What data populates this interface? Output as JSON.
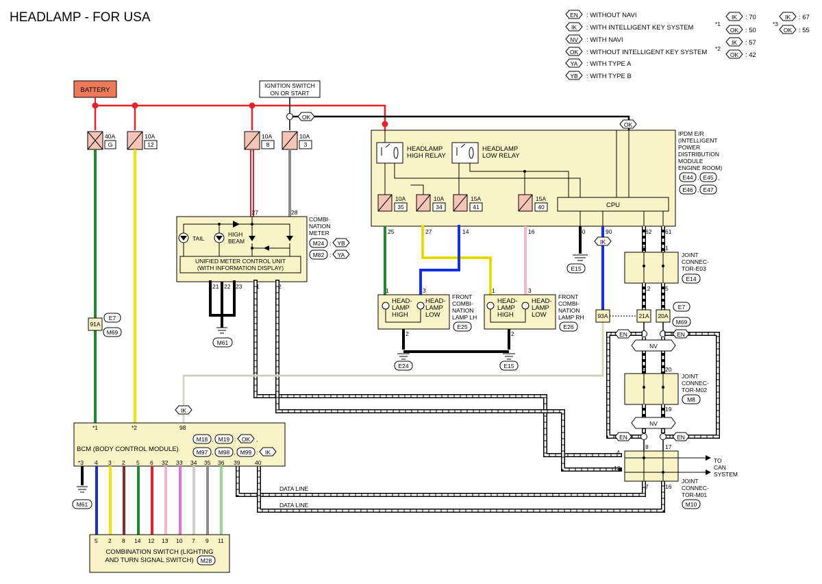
{
  "title": "HEADLAMP - FOR USA",
  "legend": [
    {
      "code": "EN",
      "text": ": WITHOUT NAVI"
    },
    {
      "code": "IK",
      "text": ": WITH INTELLIGENT KEY SYSTEM"
    },
    {
      "code": "NV",
      "text": ": WITH NAVI"
    },
    {
      "code": "OK",
      "text": ": WITHOUT INTELLIGENT KEY SYSTEM"
    },
    {
      "code": "YA",
      "text": ": WITH TYPE A"
    },
    {
      "code": "YB",
      "text": ": WITH TYPE B"
    }
  ],
  "notes": [
    {
      "mark": "*1",
      "a_code": "IK",
      "a_val": ": 70",
      "b_code": "OK",
      "b_val": ": 50"
    },
    {
      "mark": "*2",
      "a_code": "IK",
      "a_val": ": 57",
      "b_code": "OK",
      "b_val": ": 42"
    },
    {
      "mark": "*3",
      "a_code": "IK",
      "a_val": ": 67",
      "b_code": "OK",
      "b_val": ": 55"
    }
  ],
  "battery": "BATTERY",
  "ignition": {
    "line1": "IGNITION SWITCH",
    "line2": "ON OR START"
  },
  "fuses": [
    {
      "amp": "40A",
      "id": "G"
    },
    {
      "amp": "10A",
      "id": "12"
    },
    {
      "amp": "10A",
      "id": "8"
    },
    {
      "amp": "10A",
      "id": "3"
    },
    {
      "amp": "10A",
      "id": "35"
    },
    {
      "amp": "10A",
      "id": "34"
    },
    {
      "amp": "15A",
      "id": "41"
    },
    {
      "amp": "15A",
      "id": "40"
    }
  ],
  "codes": {
    "ok": "OK",
    "ik": "IK",
    "en": "EN",
    "nv": "NV",
    "yb": "YB",
    "ya": "YA"
  },
  "ipdm": {
    "lines": [
      "IPDM E/R",
      "(INTELLIGENT",
      "POWER",
      "DISTRIBUTION",
      "MODULE",
      "ENGINE ROOM)"
    ],
    "connectors": [
      "E44",
      "E45",
      "E46",
      "E47"
    ],
    "high_relay": [
      "HEADLAMP",
      "HIGH RELAY"
    ],
    "low_relay": [
      "HEADLAMP",
      "LOW RELAY"
    ],
    "cpu": "CPU",
    "pins": [
      "25",
      "27",
      "14",
      "16",
      "60",
      "90",
      "62",
      "61"
    ]
  },
  "meter": {
    "label": [
      "COMBI-",
      "NATION",
      "METER"
    ],
    "connectors": [
      "M24",
      "M82"
    ],
    "tail": "TAIL",
    "high_beam": [
      "HIGH",
      "BEAM"
    ],
    "unit": [
      "UNIFIED METER CONTROL UNIT",
      "(WITH INFORMATION DISPLAY)"
    ],
    "pins": [
      "27",
      "28",
      "21",
      "22",
      "23",
      "1",
      "2"
    ]
  },
  "grounds": {
    "m61": "M61",
    "e15": "E15",
    "e24": "E24"
  },
  "lamp_lh": {
    "high": [
      "HEAD-",
      "LAMP",
      "HIGH"
    ],
    "low": [
      "HEAD-",
      "LAMP",
      "LOW"
    ],
    "label": [
      "FRONT",
      "COMBI-",
      "NATION",
      "LAMP LH"
    ],
    "conn": "E25",
    "pins": [
      "1",
      "3",
      "2"
    ]
  },
  "lamp_rh": {
    "high": [
      "HEAD-",
      "LAMP",
      "HIGH"
    ],
    "low": [
      "HEAD-",
      "LAMP",
      "LOW"
    ],
    "label": [
      "FRONT",
      "COMBI-",
      "NATION",
      "LAMP RH"
    ],
    "conn": "E26",
    "pins": [
      "1",
      "3",
      "2"
    ]
  },
  "jc_e03": {
    "label": [
      "JOINT",
      "CONNEC-",
      "TOR-E03"
    ],
    "conn": "E14",
    "pins": [
      "8",
      "1",
      "12",
      "5"
    ]
  },
  "jc_m02": {
    "label": [
      "JOINT",
      "CONNEC-",
      "TOR-M02"
    ],
    "conn": "M8",
    "pins": [
      "9",
      "20",
      "8",
      "19"
    ]
  },
  "jc_m01": {
    "label": [
      "JOINT",
      "CONNEC-",
      "TOR-M01"
    ],
    "conn": "M10",
    "pins": [
      "8",
      "17",
      "4",
      "13",
      "7",
      "16"
    ]
  },
  "inline": {
    "i91a": "91A",
    "e7": "E7",
    "m69": "M69",
    "i93a": "93A",
    "i21a": "21A",
    "i20a": "20A"
  },
  "can": [
    "TO",
    "CAN",
    "SYSTEM"
  ],
  "bcm": {
    "label": "BCM (BODY CONTROL MODULE)",
    "connectors": [
      "M18",
      "M19",
      "OK",
      "M97",
      "M98",
      "M99",
      "IK"
    ],
    "top_pins": [
      "*1",
      "*2",
      "98"
    ],
    "bottom_pins": [
      "*3",
      "4",
      "3",
      "2",
      "5",
      "6",
      "32",
      "33",
      "34",
      "35",
      "36",
      "39",
      "40"
    ]
  },
  "data_line": "DATA LINE",
  "combo_switch": {
    "line1": "COMBINATION SWITCH (LIGHTING",
    "line2": "AND TURN SIGNAL SWITCH)",
    "conn": "M28",
    "pins": [
      "5",
      "2",
      "8",
      "14",
      "12",
      "13",
      "10",
      "7",
      "9",
      "11"
    ]
  },
  "wire_colors": {
    "red": "#e8202a",
    "green": "#1f8a2a",
    "yellow": "#f2e600",
    "gray": "#8c8c8c",
    "blue": "#1530e0",
    "pink": "#f4b6c8",
    "black": "#000000",
    "brown": "#8a2a2a",
    "violet": "#e070e0",
    "white": "#f0f0f0",
    "ltgreen": "#8de08d",
    "beige": "#d8d8c0"
  }
}
